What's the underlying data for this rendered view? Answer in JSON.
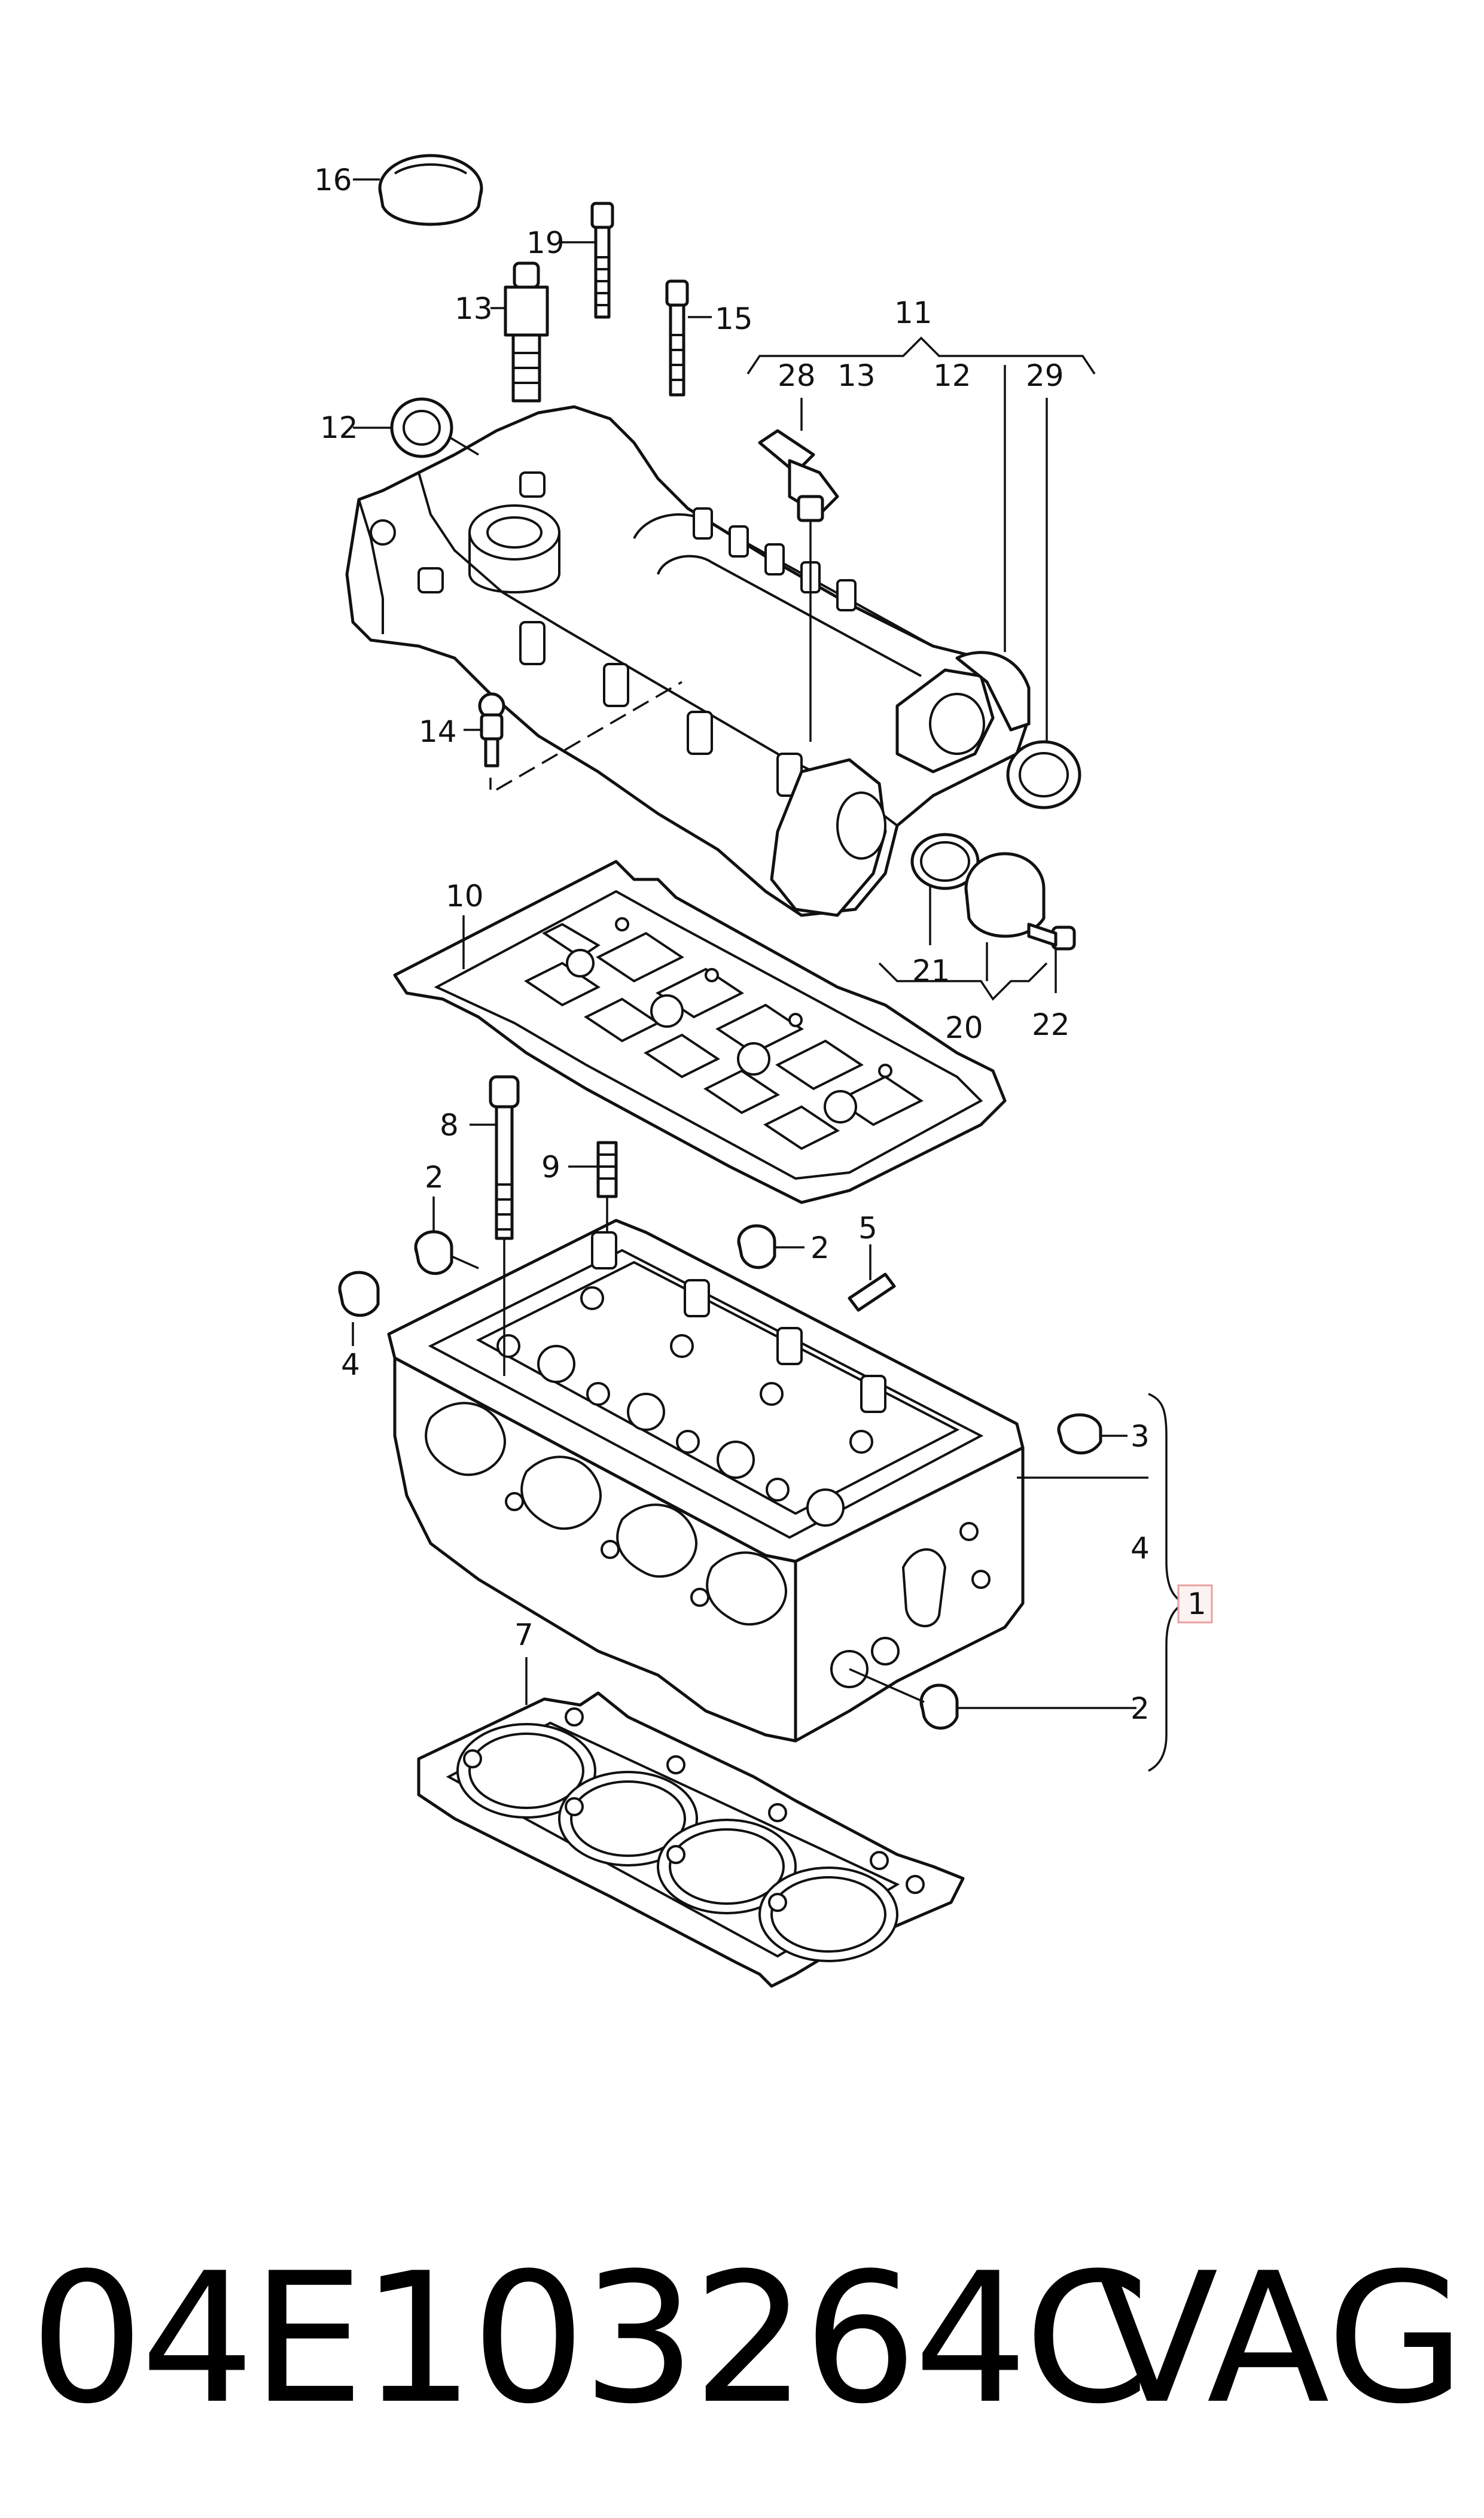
{
  "callouts": {
    "c16": "16",
    "c19": "19",
    "c13a": "13",
    "c15": "15",
    "c11": "11",
    "c28": "28",
    "c13b": "13",
    "c12a": "12",
    "c29": "29",
    "c12b": "12",
    "c14": "14",
    "c10": "10",
    "c21": "21",
    "c20": "20",
    "c22": "22",
    "c8": "8",
    "c9": "9",
    "c2a": "2",
    "c2b": "2",
    "c5": "5",
    "c4a": "4",
    "c3": "3",
    "c4b": "4",
    "c1": "1",
    "c2c": "2",
    "c7": "7"
  },
  "footer": {
    "part_number": "04E103264C",
    "brand": "VAG"
  },
  "colors": {
    "line": "#111111",
    "highlight_border": "#e8a0a0",
    "highlight_fill": "#fdf2f2"
  }
}
